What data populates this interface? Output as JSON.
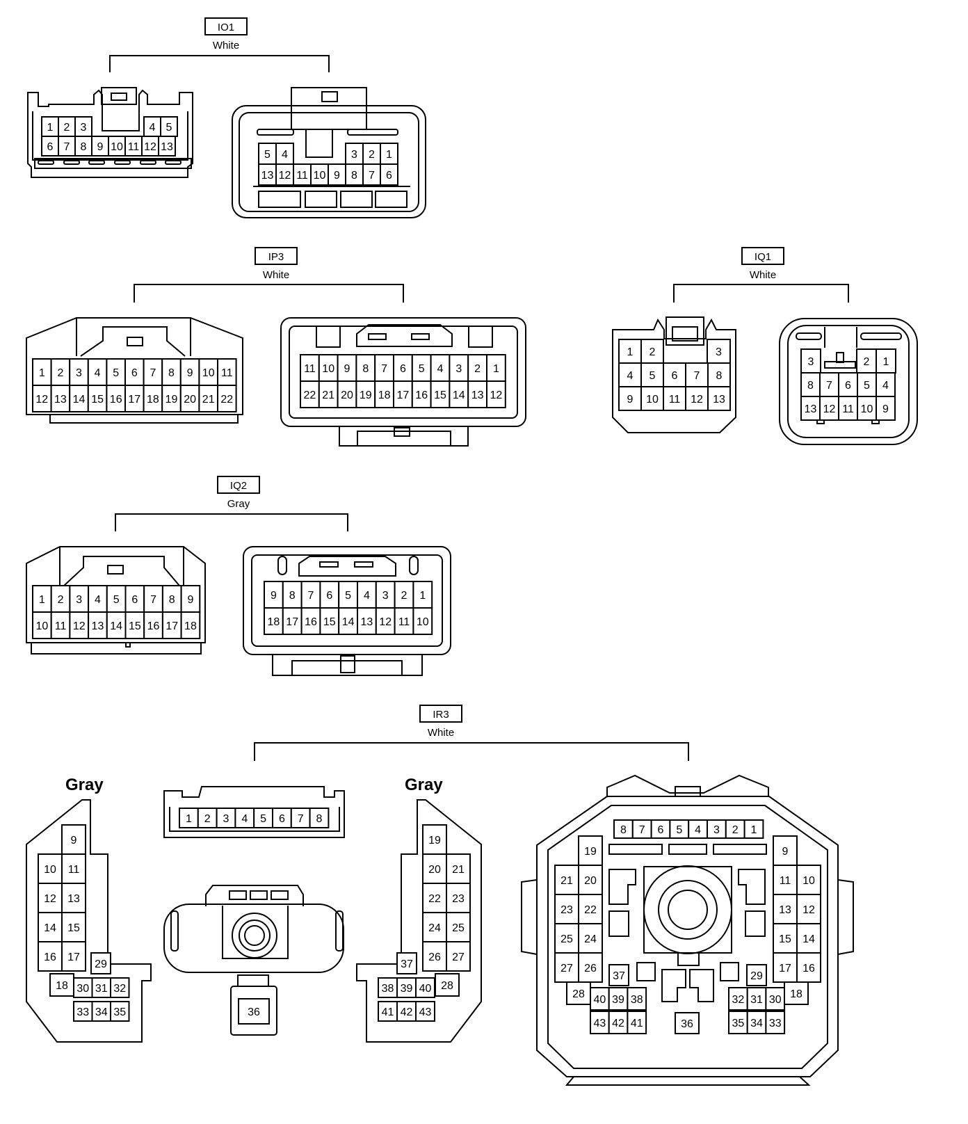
{
  "connectors": [
    {
      "id": "IO1",
      "color": "White"
    },
    {
      "id": "IP3",
      "color": "White"
    },
    {
      "id": "IQ1",
      "color": "White"
    },
    {
      "id": "IQ2",
      "color": "Gray"
    },
    {
      "id": "IR3",
      "color": "White"
    }
  ],
  "ir3_subcolors": {
    "left": "Gray",
    "right": "Gray"
  },
  "pins": {
    "io1_a": [
      "1",
      "2",
      "3",
      "4",
      "5",
      "6",
      "7",
      "8",
      "9",
      "10",
      "11",
      "12",
      "13"
    ],
    "io1_b": [
      "5",
      "4",
      "3",
      "2",
      "1",
      "13",
      "12",
      "11",
      "10",
      "9",
      "8",
      "7",
      "6"
    ],
    "ip3_a": [
      "1",
      "2",
      "3",
      "4",
      "5",
      "6",
      "7",
      "8",
      "9",
      "10",
      "11",
      "12",
      "13",
      "14",
      "15",
      "16",
      "17",
      "18",
      "19",
      "20",
      "21",
      "22"
    ],
    "ip3_b": [
      "11",
      "10",
      "9",
      "8",
      "7",
      "6",
      "5",
      "4",
      "3",
      "2",
      "1",
      "22",
      "21",
      "20",
      "19",
      "18",
      "17",
      "16",
      "15",
      "14",
      "13",
      "12"
    ],
    "iq1_a": [
      "1",
      "2",
      "3",
      "4",
      "5",
      "6",
      "7",
      "8",
      "9",
      "10",
      "11",
      "12",
      "13"
    ],
    "iq1_b": [
      "3",
      "2",
      "1",
      "8",
      "7",
      "6",
      "5",
      "4",
      "13",
      "12",
      "11",
      "10",
      "9"
    ],
    "iq2_a": [
      "1",
      "2",
      "3",
      "4",
      "5",
      "6",
      "7",
      "8",
      "9",
      "10",
      "11",
      "12",
      "13",
      "14",
      "15",
      "16",
      "17",
      "18"
    ],
    "iq2_b": [
      "9",
      "8",
      "7",
      "6",
      "5",
      "4",
      "3",
      "2",
      "1",
      "18",
      "17",
      "16",
      "15",
      "14",
      "13",
      "12",
      "11",
      "10"
    ],
    "ir3_left": [
      "9",
      "10",
      "11",
      "12",
      "13",
      "14",
      "15",
      "16",
      "17",
      "29",
      "18",
      "30",
      "31",
      "32",
      "33",
      "34",
      "35"
    ],
    "ir3_top8": [
      "1",
      "2",
      "3",
      "4",
      "5",
      "6",
      "7",
      "8"
    ],
    "ir3_center36": [
      "36"
    ],
    "ir3_right": [
      "19",
      "20",
      "21",
      "22",
      "23",
      "24",
      "25",
      "26",
      "27",
      "37",
      "28",
      "38",
      "39",
      "40",
      "41",
      "42",
      "43"
    ],
    "ir3_full": [
      "8",
      "7",
      "6",
      "5",
      "4",
      "3",
      "2",
      "1",
      "19",
      "9",
      "21",
      "20",
      "11",
      "10",
      "23",
      "22",
      "13",
      "12",
      "25",
      "24",
      "15",
      "14",
      "27",
      "26",
      "17",
      "16",
      "37",
      "29",
      "28",
      "40",
      "39",
      "38",
      "32",
      "31",
      "30",
      "18",
      "43",
      "42",
      "41",
      "36",
      "35",
      "34",
      "33"
    ]
  }
}
